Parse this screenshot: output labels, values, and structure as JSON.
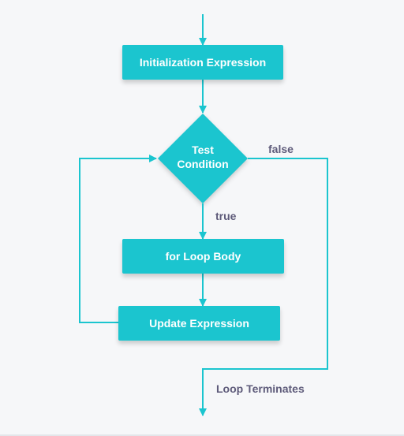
{
  "nodes": {
    "init": "Initialization Expression",
    "test_line1": "Test",
    "test_line2": "Condition",
    "body": "for Loop Body",
    "update": "Update Expression"
  },
  "edges": {
    "true_label": "true",
    "false_label": "false",
    "end_label": "Loop Terminates"
  },
  "colors": {
    "node_fill": "#1bc5cf",
    "connector": "#1bc5cf",
    "label_text": "#5e5b7a",
    "background": "#f6f7f9"
  }
}
